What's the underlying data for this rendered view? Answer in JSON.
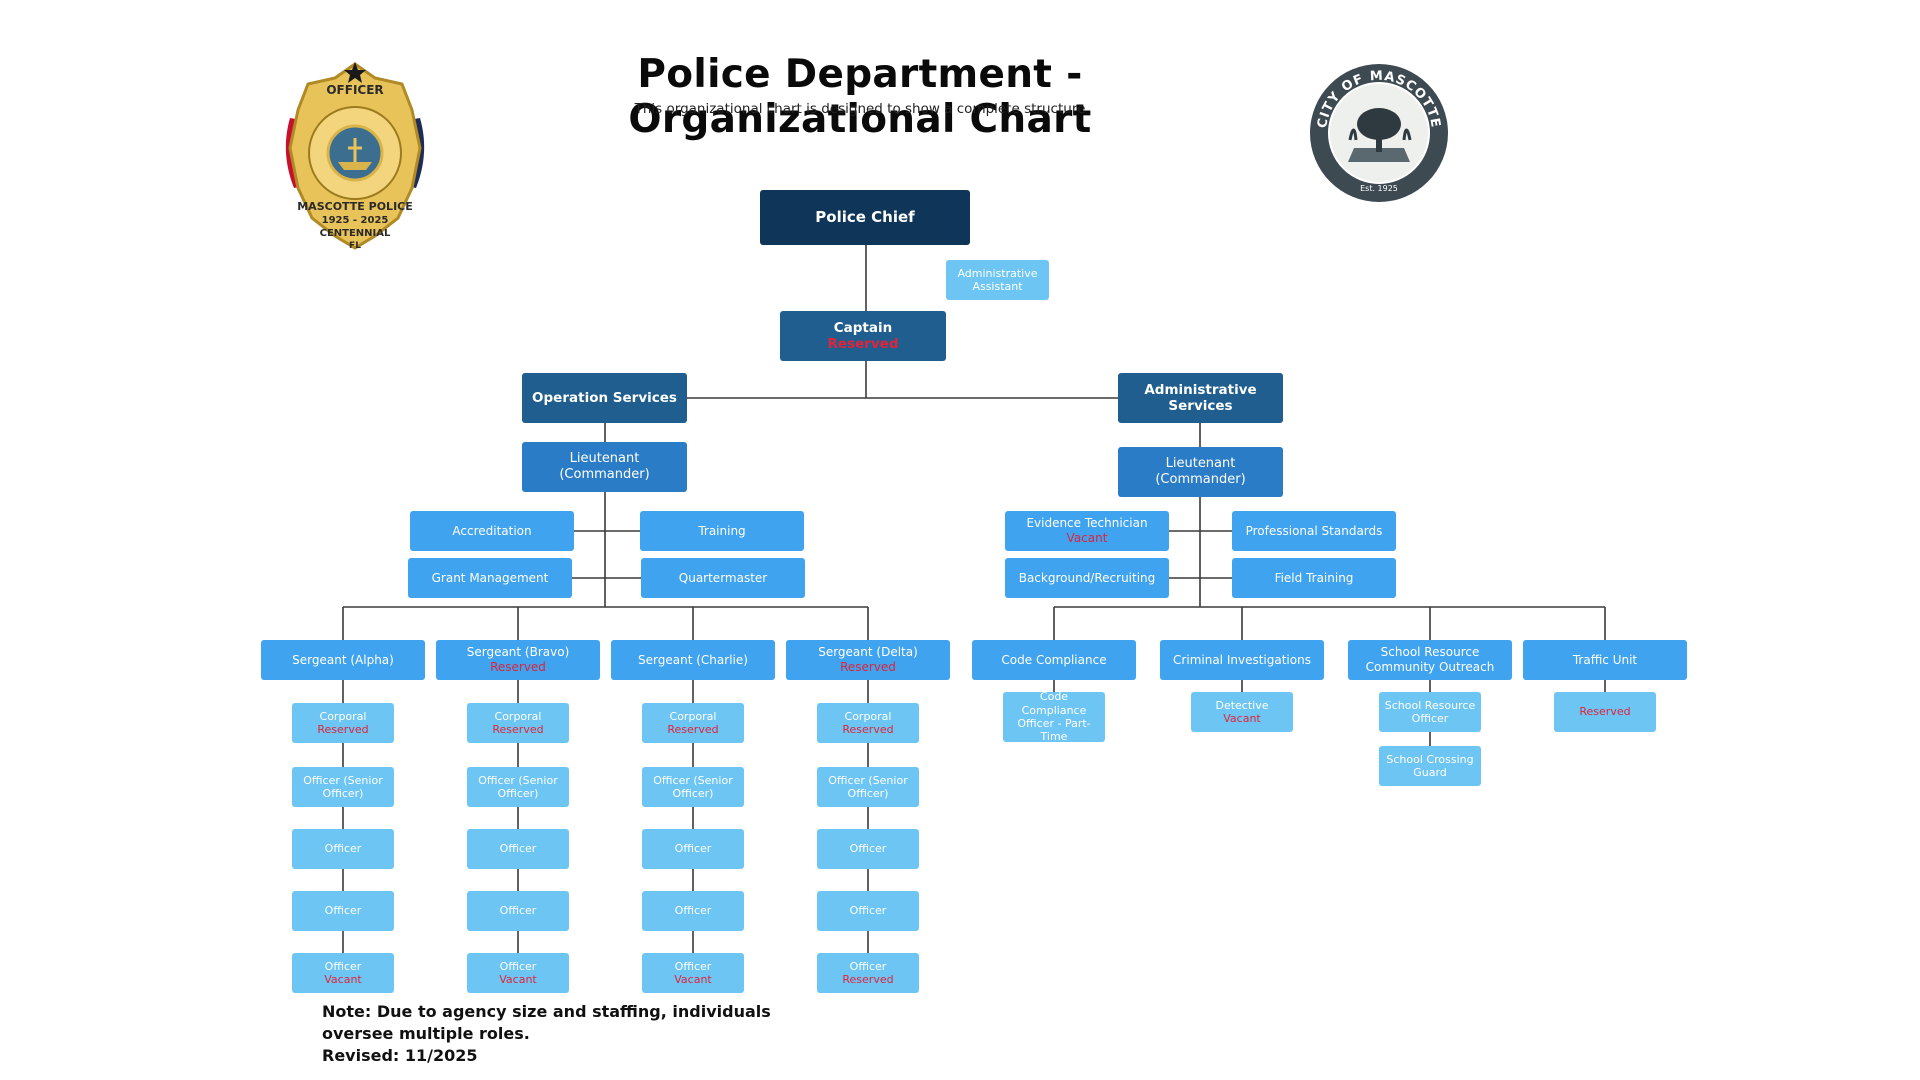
{
  "header": {
    "title": "Police Department - Organizational Chart",
    "subtitle": "This organizational chart is designed to show a complete structure"
  },
  "logos": {
    "badge": {
      "top_text": "OFFICER",
      "ring_text": "MASCOTTE POLICE",
      "years": "1925 - 2025",
      "banner": "CENTENNIAL",
      "state": "FL"
    },
    "seal": {
      "ring_text": "CITY OF MASCOTTE",
      "est": "Est. 1925"
    }
  },
  "chart": {
    "chief": {
      "label": "Police Chief"
    },
    "admin_assistant": {
      "label": "Administrative Assistant"
    },
    "captain": {
      "label": "Captain",
      "sub": "Reserved"
    },
    "operations": {
      "label": "Operation Services",
      "lieutenant": {
        "label": "Lieutenant (Commander)"
      },
      "support": [
        {
          "label": "Accreditation"
        },
        {
          "label": "Training"
        },
        {
          "label": "Grant Management"
        },
        {
          "label": "Quartermaster"
        }
      ],
      "squads": [
        {
          "label": "Sergeant (Alpha)",
          "sub": "",
          "members": [
            {
              "label": "Corporal",
              "sub": "Reserved"
            },
            {
              "label": "Officer (Senior Officer)",
              "sub": ""
            },
            {
              "label": "Officer",
              "sub": ""
            },
            {
              "label": "Officer",
              "sub": ""
            },
            {
              "label": "Officer",
              "sub": "Vacant"
            }
          ]
        },
        {
          "label": "Sergeant (Bravo)",
          "sub": "Reserved",
          "members": [
            {
              "label": "Corporal",
              "sub": "Reserved"
            },
            {
              "label": "Officer (Senior Officer)",
              "sub": ""
            },
            {
              "label": "Officer",
              "sub": ""
            },
            {
              "label": "Officer",
              "sub": ""
            },
            {
              "label": "Officer",
              "sub": "Vacant"
            }
          ]
        },
        {
          "label": "Sergeant (Charlie)",
          "sub": "",
          "members": [
            {
              "label": "Corporal",
              "sub": "Reserved"
            },
            {
              "label": "Officer (Senior Officer)",
              "sub": ""
            },
            {
              "label": "Officer",
              "sub": ""
            },
            {
              "label": "Officer",
              "sub": ""
            },
            {
              "label": "Officer",
              "sub": "Vacant"
            }
          ]
        },
        {
          "label": "Sergeant (Delta)",
          "sub": "Reserved",
          "members": [
            {
              "label": "Corporal",
              "sub": "Reserved"
            },
            {
              "label": "Officer (Senior Officer)",
              "sub": ""
            },
            {
              "label": "Officer",
              "sub": ""
            },
            {
              "label": "Officer",
              "sub": ""
            },
            {
              "label": "Officer",
              "sub": "Reserved"
            }
          ]
        }
      ]
    },
    "administrative": {
      "label": "Administrative Services",
      "lieutenant": {
        "label": "Lieutenant (Commander)"
      },
      "support": [
        {
          "label": "Evidence Technician",
          "sub": "Vacant"
        },
        {
          "label": "Professional Standards",
          "sub": ""
        },
        {
          "label": "Background/Recruiting",
          "sub": ""
        },
        {
          "label": "Field Training",
          "sub": ""
        }
      ],
      "units": [
        {
          "label": "Code Compliance",
          "members": [
            {
              "label": "Code Compliance Officer - Part-Time",
              "sub": ""
            }
          ]
        },
        {
          "label": "Criminal Investigations",
          "members": [
            {
              "label": "Detective",
              "sub": "Vacant"
            }
          ]
        },
        {
          "label": "School Resource Community Outreach",
          "members": [
            {
              "label": "School Resource Officer",
              "sub": ""
            },
            {
              "label": "School Crossing Guard",
              "sub": ""
            }
          ]
        },
        {
          "label": "Traffic Unit",
          "members": [
            {
              "label": "",
              "sub": "Reserved"
            }
          ]
        }
      ]
    }
  },
  "note": {
    "line1": "Note: Due to agency size and staffing, individuals",
    "line2": "oversee multiple roles.",
    "line3": "Revised: 11/2025"
  },
  "colors": {
    "dark_navy": "#0f3659",
    "mid_blue": "#1f5e8e",
    "blue": "#2b7cc6",
    "bright_blue": "#3fa3ef",
    "light_blue": "#6dc5f4",
    "status_red": "#e0243a",
    "connector": "#3a3a3a"
  }
}
